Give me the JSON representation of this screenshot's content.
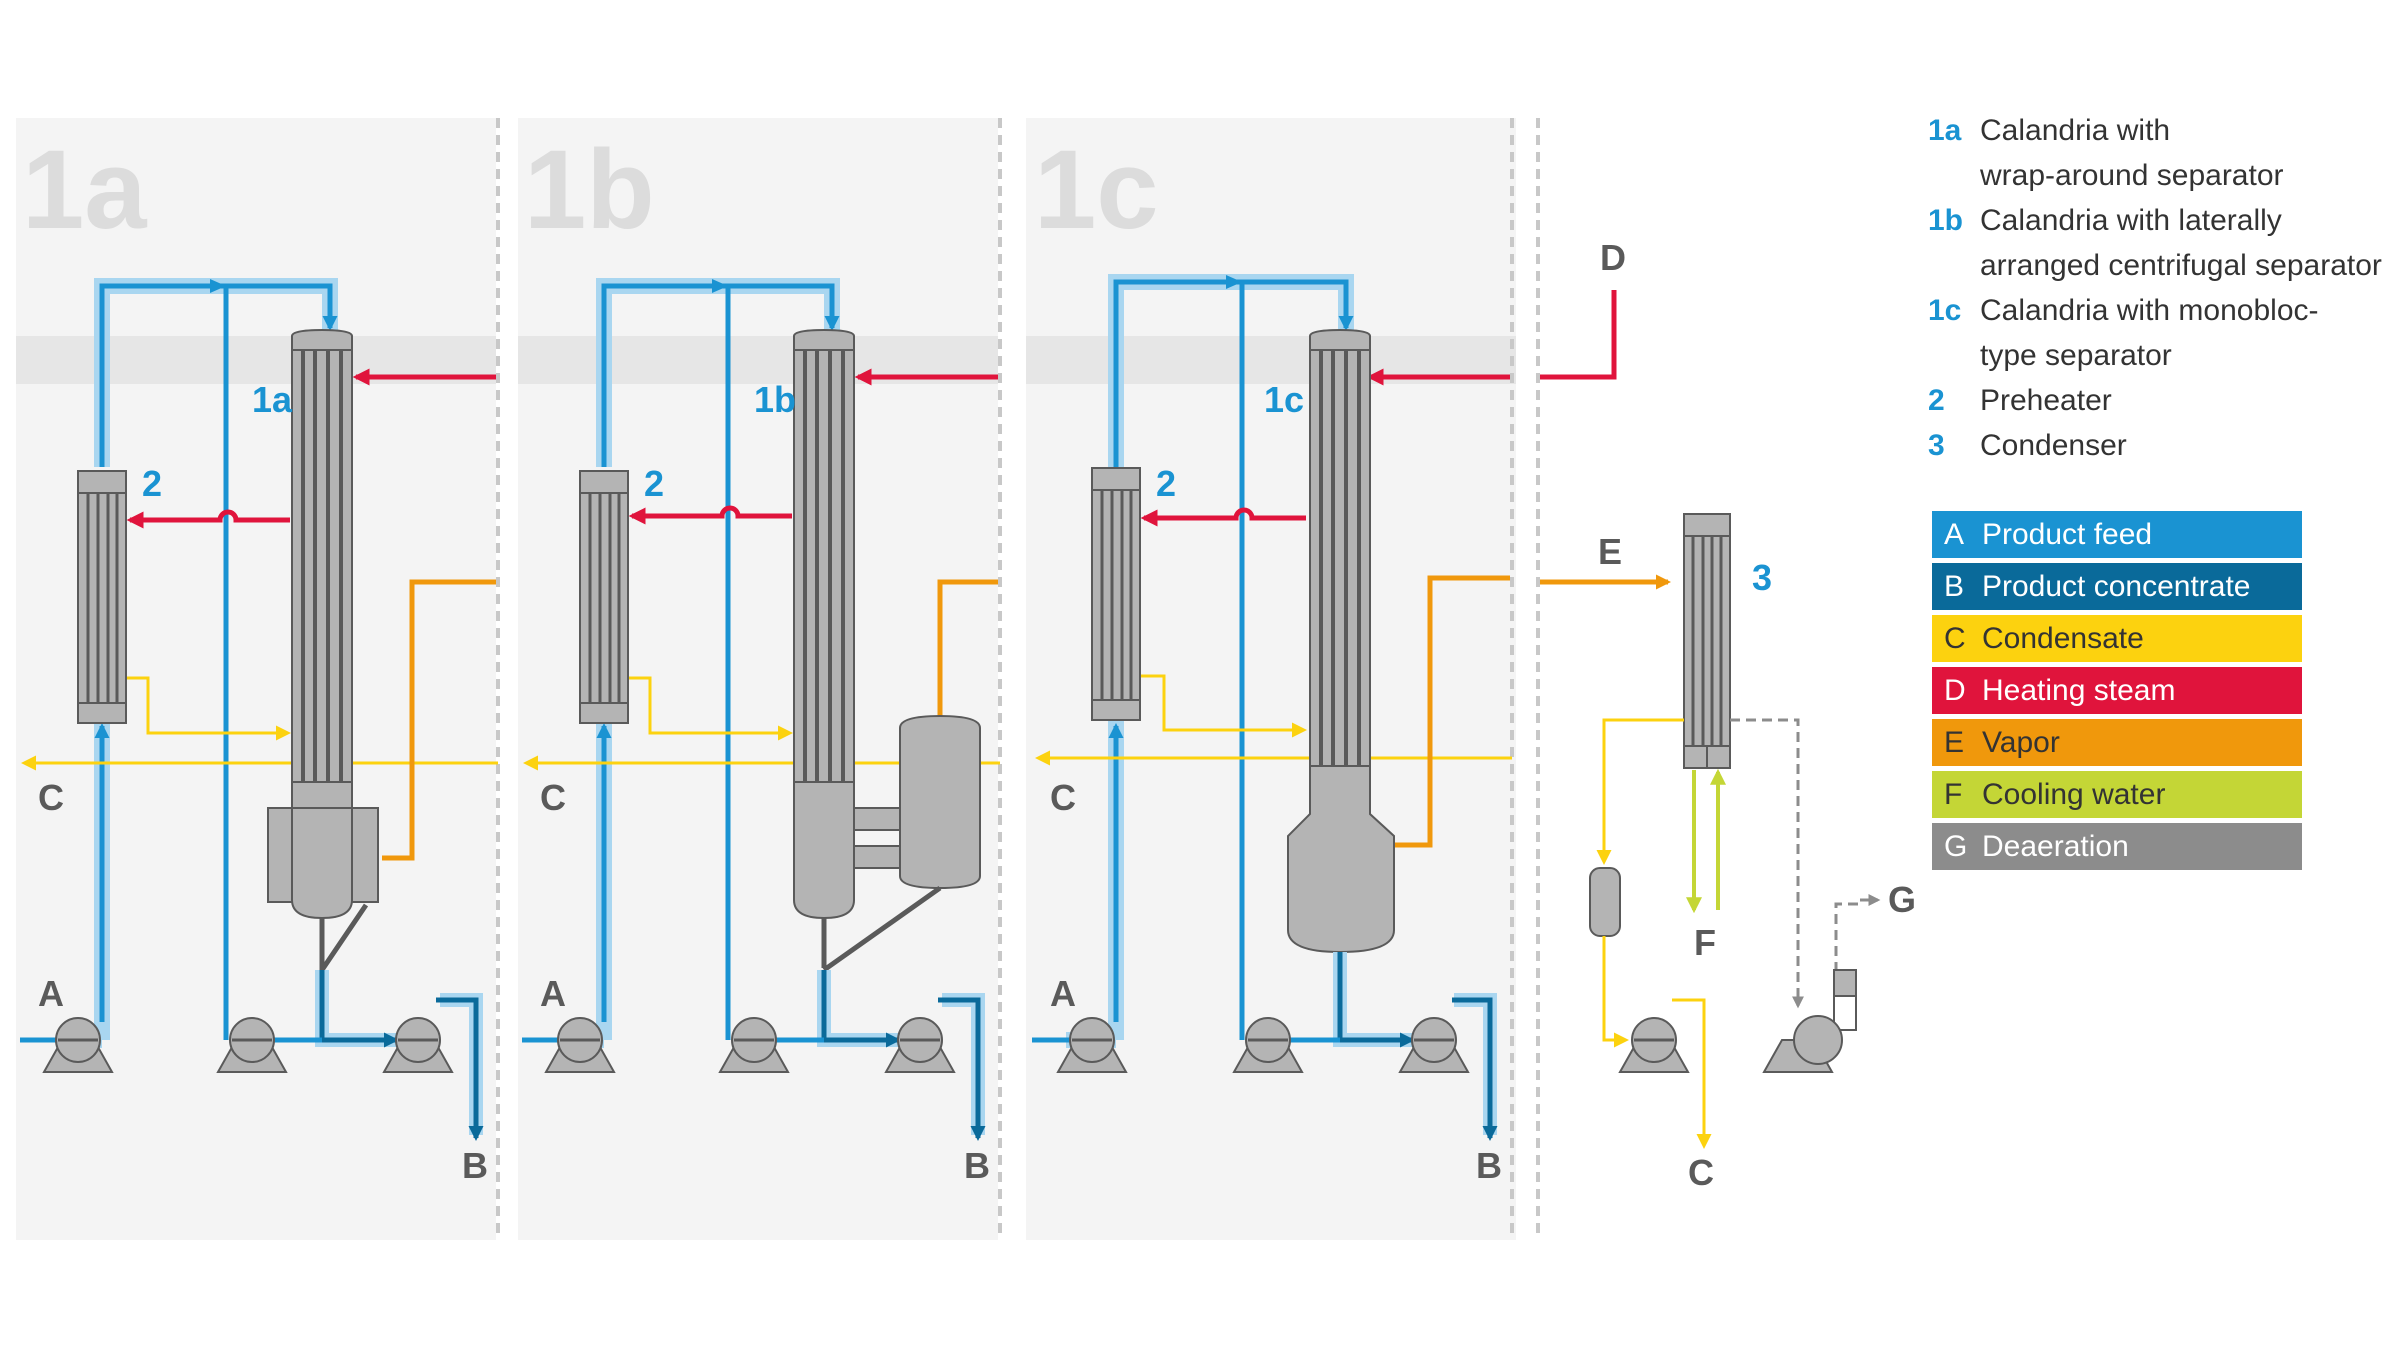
{
  "sections": [
    {
      "id": "1a",
      "big_label": "1a",
      "calandria_label": "1a",
      "preheater_label": "2",
      "label_A": "A",
      "label_B": "B",
      "label_C": "C"
    },
    {
      "id": "1b",
      "big_label": "1b",
      "calandria_label": "1b",
      "preheater_label": "2",
      "label_A": "A",
      "label_B": "B",
      "label_C": "C"
    },
    {
      "id": "1c",
      "big_label": "1c",
      "calandria_label": "1c",
      "preheater_label": "2",
      "label_A": "A",
      "label_B": "B",
      "label_C": "C"
    }
  ],
  "condenser_section": {
    "label_D": "D",
    "label_E": "E",
    "label_F": "F",
    "label_G": "G",
    "label_C": "C",
    "condenser_label": "3"
  },
  "key": [
    {
      "id": "1a",
      "desc": "Calandria with\nwrap-around separator"
    },
    {
      "id": "1b",
      "desc": "Calandria with laterally\narranged centrifugal separator"
    },
    {
      "id": "1c",
      "desc": "Calandria with monobloc-\ntype separator"
    },
    {
      "id": "2",
      "desc": "Preheater"
    },
    {
      "id": "3",
      "desc": "Condenser"
    }
  ],
  "legend": [
    {
      "key": "A",
      "label": "Product feed",
      "color": "#1a93d2",
      "text_color": "#ffffff"
    },
    {
      "key": "B",
      "label": "Product concentrate",
      "color": "#0a6a9a",
      "text_color": "#ffffff"
    },
    {
      "key": "C",
      "label": "Condensate",
      "color": "#fcd20f",
      "text_color": "#333333"
    },
    {
      "key": "D",
      "label": "Heating steam",
      "color": "#e0143c",
      "text_color": "#ffffff"
    },
    {
      "key": "E",
      "label": "Vapor",
      "color": "#f0980c",
      "text_color": "#333333"
    },
    {
      "key": "F",
      "label": "Cooling water",
      "color": "#c4d636",
      "text_color": "#333333"
    },
    {
      "key": "G",
      "label": "Deaeration",
      "color": "#8c8c8c",
      "text_color": "#ffffff"
    }
  ],
  "colors": {
    "feed": "#1a93d2",
    "feed_glow": "#a9d6f0",
    "concentrate": "#0a6a9a",
    "condensate": "#fcd20f",
    "steam": "#e0143c",
    "vapor": "#f0980c",
    "cooling": "#c4d636",
    "deaeration": "#8c8c8c",
    "equipment": "#b4b4b4",
    "equipment_dark": "#5a5a5a",
    "panel": "#f4f4f4",
    "band": "#e6e6e6"
  }
}
